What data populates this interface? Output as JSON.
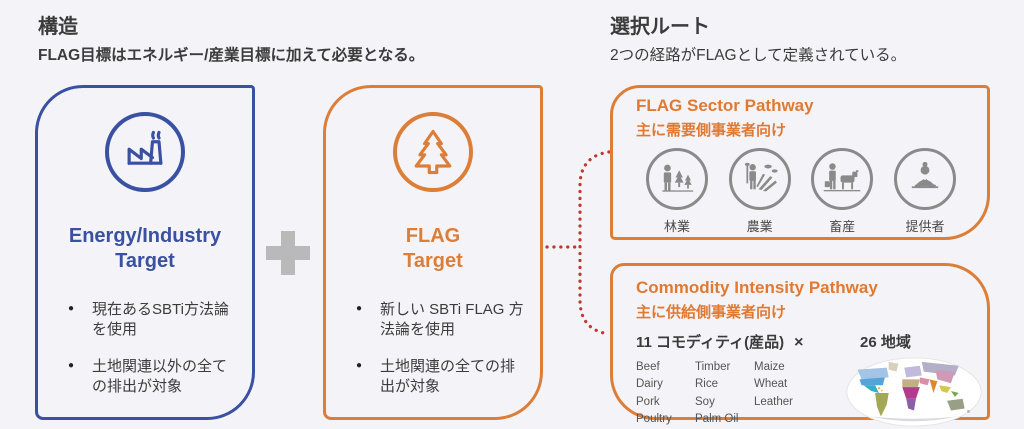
{
  "colors": {
    "blue": "#3a50a3",
    "orange": "#dd7e38",
    "connector_red": "#bd382e",
    "icon_gray": "#8a8a8a",
    "plus_gray": "#b9b9b9",
    "background": "#f4f3f7",
    "text": "#3c3c3c"
  },
  "left_section": {
    "title": "構造",
    "subtitle": "FLAG目標はエネルギー/産業目標に加えて必要となる。",
    "energy_box": {
      "icon": "factory-icon",
      "title_lines": [
        "Energy/Industry",
        "Target"
      ],
      "bullets": [
        "現在あるSBTi方法論を使用",
        "土地関連以外の全ての排出が対象"
      ]
    },
    "plus_icon": "plus-icon",
    "flag_box": {
      "icon": "pine-tree-icon",
      "title_lines": [
        "FLAG",
        "Target"
      ],
      "bullets": [
        "新しい SBTi FLAG 方法論を使用",
        "土地関連の全ての排出が対象"
      ]
    }
  },
  "right_section": {
    "title": "選択ルート",
    "subtitle": "2つの経路がFLAGとして定義されている。",
    "sector_pathway": {
      "title": "FLAG Sector Pathway",
      "subtitle": "主に需要側事業者向け",
      "sectors": [
        {
          "label": "林業",
          "icon": "forestry-icon"
        },
        {
          "label": "農業",
          "icon": "agriculture-icon"
        },
        {
          "label": "畜産",
          "icon": "livestock-icon"
        },
        {
          "label": "提供者",
          "icon": "provider-icon"
        }
      ]
    },
    "commodity_pathway": {
      "title": "Commodity Intensity Pathway",
      "subtitle": "主に供給側事業者向け",
      "commodities_heading": "11 コモディティ(産品)",
      "multiply_symbol": "×",
      "regions_heading": "26 地域",
      "commodity_columns": [
        [
          "Beef",
          "Dairy",
          "Pork",
          "Poultry"
        ],
        [
          "Timber",
          "Rice",
          "Soy",
          "Palm Oil"
        ],
        [
          "Maize",
          "Wheat",
          "Leather"
        ]
      ],
      "map_icon": "world-map"
    }
  }
}
